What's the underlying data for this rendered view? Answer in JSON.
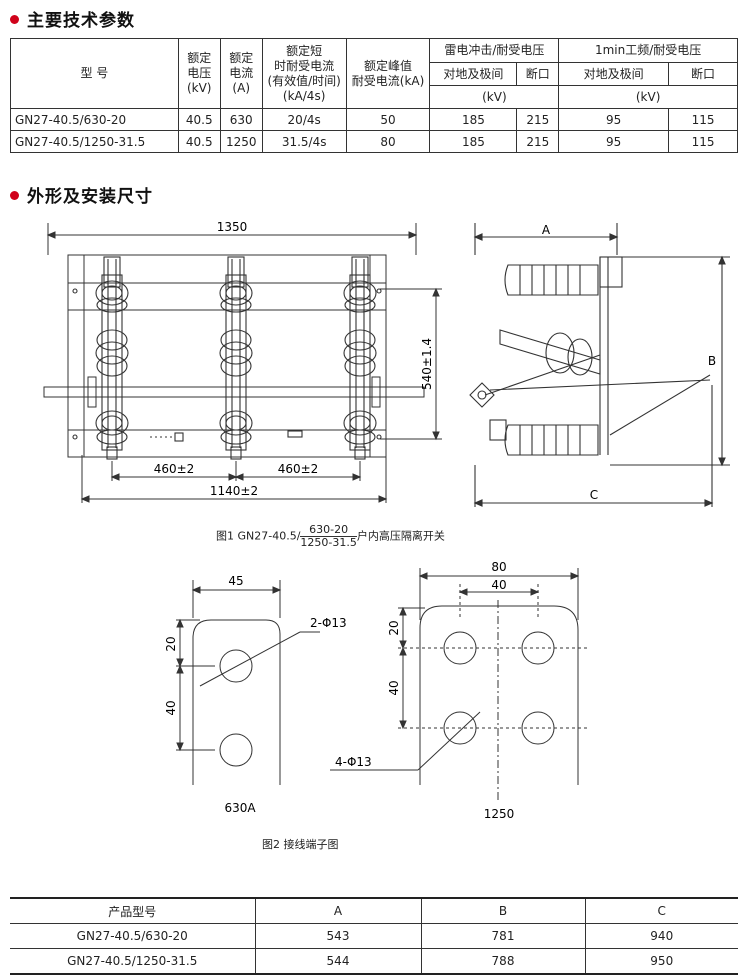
{
  "section1_title": "主要技术参数",
  "section2_title": "外形及安装尺寸",
  "specs": {
    "h_model": "型 号",
    "h_voltage": [
      "额定",
      "电压",
      "(kV)"
    ],
    "h_current": [
      "额定",
      "电流",
      "(A)"
    ],
    "h_short": [
      "额定短",
      "时耐受电流",
      "(有效值/时间)",
      "(kA/4s)"
    ],
    "h_peak": [
      "额定峰值",
      "耐受电流(kA)"
    ],
    "h_lightning": "雷电冲击/耐受电压",
    "h_1min": "1min工频/耐受电压",
    "h_ground": "对地及极间",
    "h_break": "断口",
    "h_unit": "(kV)",
    "rows": [
      [
        "GN27-40.5/630-20",
        "40.5",
        "630",
        "20/4s",
        "50",
        "185",
        "215",
        "95",
        "115"
      ],
      [
        "GN27-40.5/1250-31.5",
        "40.5",
        "1250",
        "31.5/4s",
        "80",
        "185",
        "215",
        "95",
        "115"
      ]
    ]
  },
  "fig1": {
    "dim_1350": "1350",
    "dim_540": "540±1.4",
    "dim_460a": "460±2",
    "dim_460b": "460±2",
    "dim_1140": "1140±2",
    "dim_A": "A",
    "dim_B": "B",
    "dim_C": "C",
    "caption_pre": "图1 GN27-40.5/",
    "caption_top": "630-20",
    "caption_bottom": "1250-31.5",
    "caption_post": "户内高压隔离开关"
  },
  "fig2": {
    "dim_45": "45",
    "dim_20a": "20",
    "dim_40a": "40",
    "label_2phi": "2-Φ13",
    "label_630": "630A",
    "dim_80": "80",
    "dim_40b": "40",
    "dim_20b": "20",
    "dim_40c": "40",
    "label_4phi": "4-Φ13",
    "label_1250": "1250",
    "caption": "图2 接线端子图"
  },
  "dims_table": {
    "headers": [
      "产品型号",
      "A",
      "B",
      "C"
    ],
    "rows": [
      [
        "GN27-40.5/630-20",
        "543",
        "781",
        "940"
      ],
      [
        "GN27-40.5/1250-31.5",
        "544",
        "788",
        "950"
      ]
    ]
  },
  "colors": {
    "bullet": "#d0021b"
  }
}
